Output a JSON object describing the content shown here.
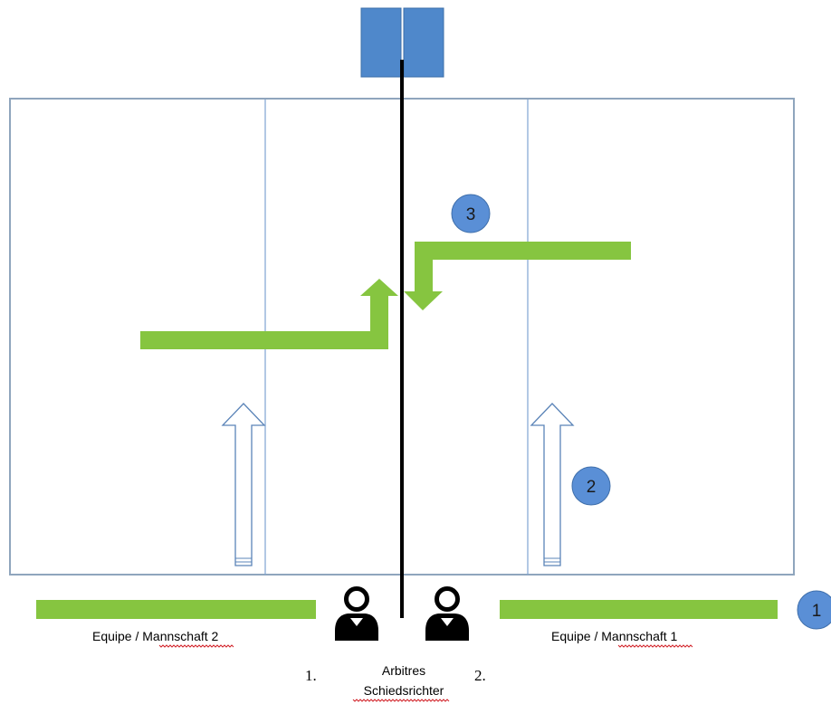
{
  "teams": {
    "left_label": "Equipe / Mannschaft 2",
    "right_label": "Equipe / Mannschaft 1"
  },
  "referees": {
    "label_line1": "Arbitres",
    "label_line2": "Schiedsrichter",
    "first_number": "1.",
    "second_number": "2."
  },
  "steps": {
    "step1": "1",
    "step2": "2",
    "step3": "3"
  },
  "colors": {
    "court_line": "#8fa5bd",
    "attack_line": "#5b8ed6",
    "net": "#000000",
    "post": "#4f88cb",
    "green_path": "#86c540",
    "badge": "#5a8fd6"
  },
  "icons": {
    "referee": "person-icon",
    "outline_arrow": "arrow-up-outline-icon"
  }
}
